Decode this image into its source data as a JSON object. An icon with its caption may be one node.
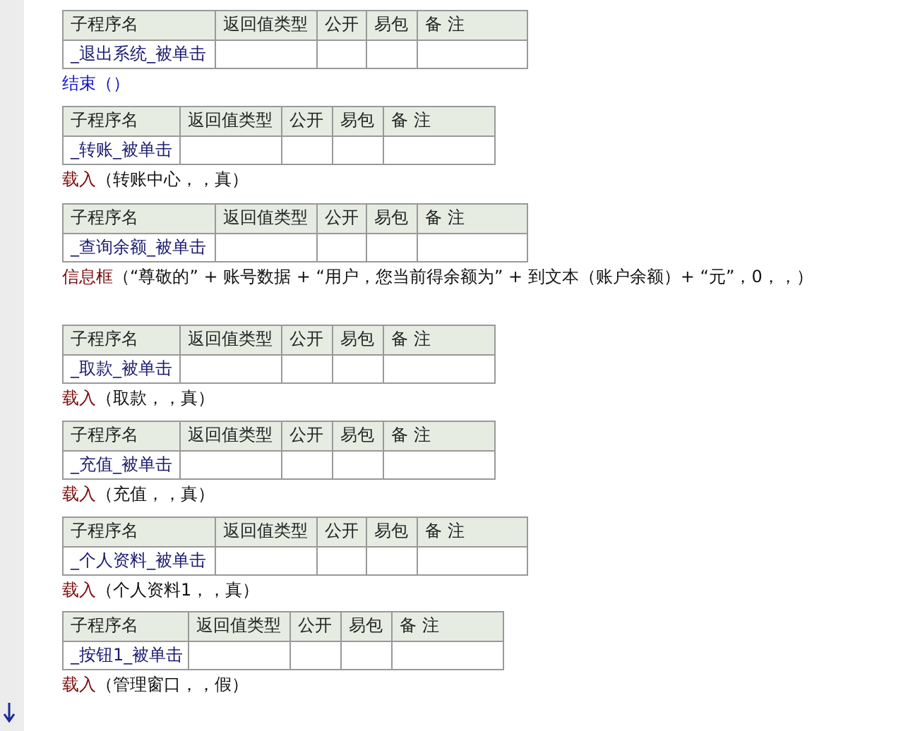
{
  "diagram": {
    "labels": [
      "子程序名",
      "返回值类型",
      "公开",
      "易包",
      "备 注",
      "_退出系统_被单击",
      "结束（）",
      "子程序名",
      "返回值类型",
      "公开",
      "易包",
      "备 注",
      "_转账_被单击",
      "载入（转账中心，，真）",
      "子程序名",
      "返回值类型",
      "公开",
      "易包",
      "备 注",
      "_查询余额_被单击",
      "信息框（“尊敬的” + 账号数据 + “用户，您当前得余额为” + 到文本（账户余额）+ “元”，0，，）",
      "子程序名",
      "返回值类型",
      "公开",
      "易包",
      "备 注",
      "_取款_被单击",
      "载入（取款，，真）",
      "子程序名",
      "返回值类型",
      "公开",
      "易包",
      "备 注",
      "_充值_被单击",
      "载入（充值，，真）",
      "子程序名",
      "返回值类型",
      "公开",
      "易包",
      "备 注",
      "_个人资料_被单击",
      "载入（个人资料1，，真）",
      "子程序名",
      "返回值类型",
      "公开",
      "易包",
      "备 注",
      "_按钮1_被单击",
      "载入（管理窗口，，假）"
    ]
  }
}
